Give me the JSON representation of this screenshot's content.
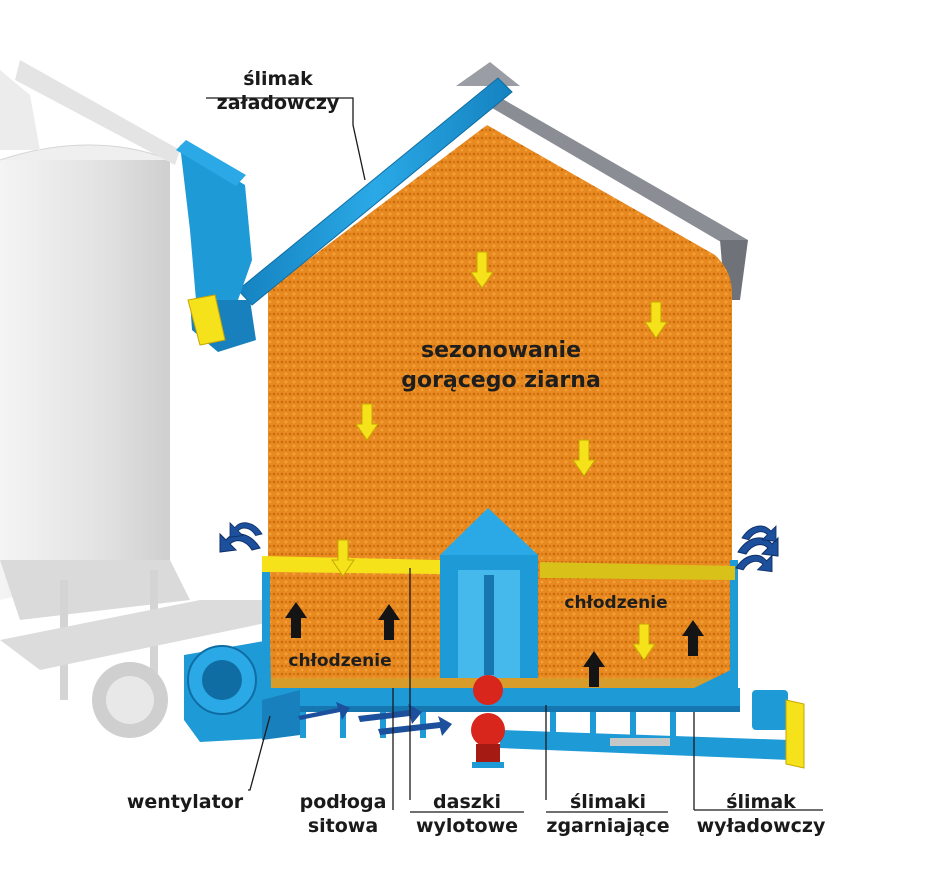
{
  "labels": {
    "loading_auger": [
      "ślimak",
      "załadowczy"
    ],
    "fan": "wentylator",
    "sieve_floor": [
      "podłoga",
      "sitowa"
    ],
    "outlet_flaps": [
      "daszki",
      "wylotowe"
    ],
    "sweep_augers": [
      "ślimaki",
      "zgarniające"
    ],
    "unloading_auger": [
      "ślimak",
      "wyładowczy"
    ]
  },
  "zones": {
    "tempering": [
      "sezonowanie",
      "gorącego ziarna"
    ],
    "cooling_left": "chłodzenie",
    "cooling_right": "chłodzenie"
  },
  "colors": {
    "grain": "#e88a1f",
    "grain_dark": "#c96a10",
    "machinery": "#1e9ad6",
    "accent_yellow": "#f5e21b",
    "air_arrow": "#1c4f9c",
    "outlet_valve": "#d8261c",
    "roof": "#8a8d93",
    "silo": "#e6e6e6"
  },
  "icons": {
    "grain_flow": "yellow-down-arrow",
    "air_flow": "black-up-arrow",
    "exhaust_air": "curved-blue-arrow"
  }
}
